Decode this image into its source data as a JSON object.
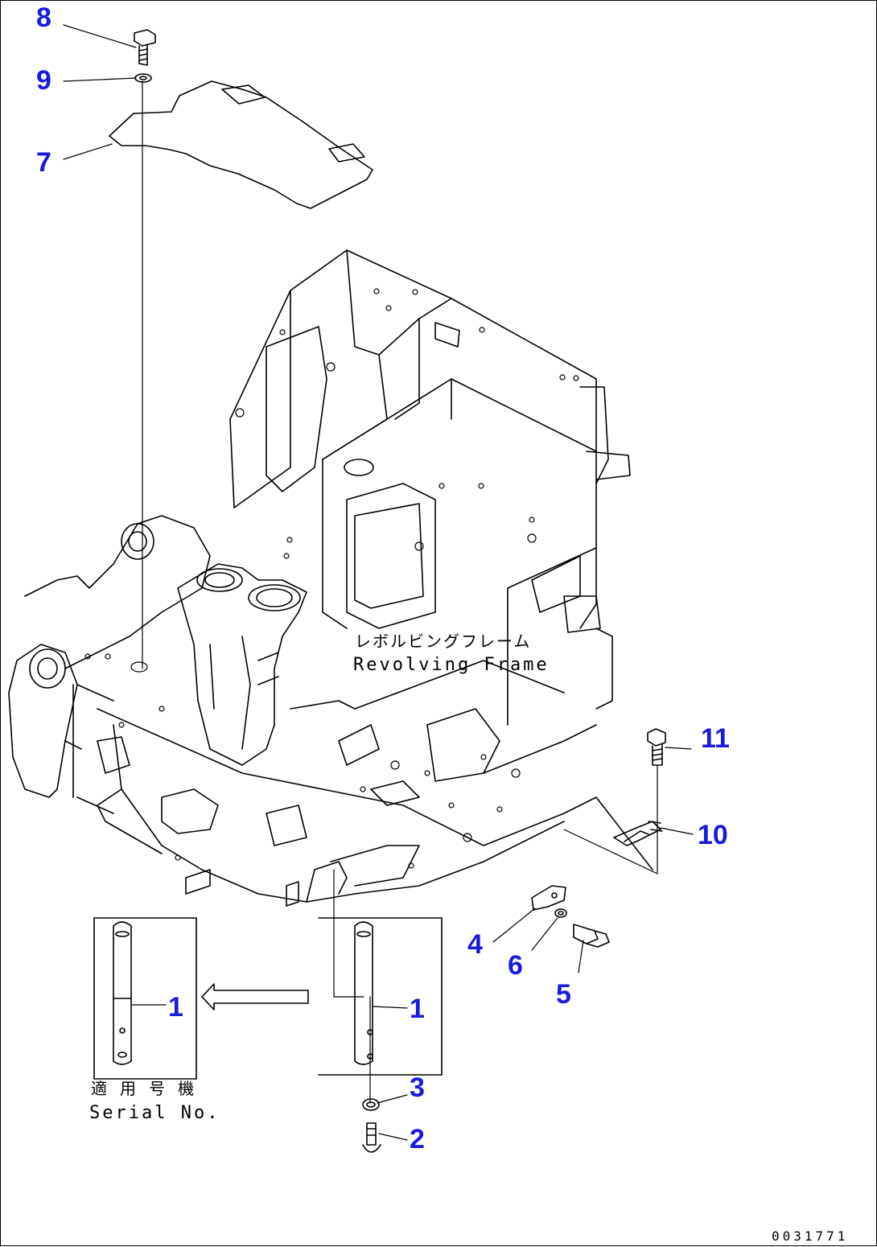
{
  "callout_color": "#1a1adc",
  "line_color": "#000000",
  "callouts": {
    "c8": "8",
    "c9": "9",
    "c7": "7",
    "c11": "11",
    "c10": "10",
    "c4": "4",
    "c6": "6",
    "c5": "5",
    "c1_left": "1",
    "c1_right": "1",
    "c3": "3",
    "c2": "2"
  },
  "frame_label_jp": "レボルビングフレーム",
  "frame_label_en": "Revolving Frame",
  "serial_label_jp": "適 用 号 機",
  "serial_label_en": "Serial No.",
  "drawing_id": "0031771"
}
